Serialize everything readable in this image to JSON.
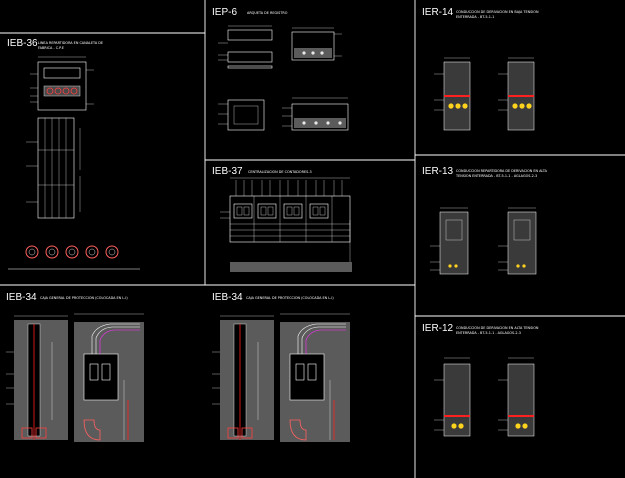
{
  "sheet": {
    "panels": [
      {
        "id": "ieb36",
        "code": "IEB-36",
        "subtitle": [
          "LINEA REPARTIDORA EN CANALETA DE",
          "FABRICA - C.P.E"
        ]
      },
      {
        "id": "iep6",
        "code": "IEP-6",
        "subtitle": [
          "ARQUETA DE REGISTRO"
        ]
      },
      {
        "id": "ier14",
        "code": "IER-14",
        "subtitle": [
          "CONDUCCION DE DERIVACION EN BAJA TENSION",
          "ENTERRADA - BT-5-1-1"
        ]
      },
      {
        "id": "ieb37",
        "code": "IEB-37",
        "subtitle": [
          "CENTRALIZACION DE CONTADORES-3"
        ]
      },
      {
        "id": "ier13",
        "code": "IER-13",
        "subtitle": [
          "CONDUCCION REPARTIDORA DE DERIVACION EN ALTA",
          "TENSION ENTERRADA - BT-5-1-1 - AGLAGOS-2-3"
        ]
      },
      {
        "id": "ieb34a",
        "code": "IEB-34",
        "subtitle": [
          "CAJA GENERAL DE PROTECCION (COLOCADA EN L-I)"
        ]
      },
      {
        "id": "ieb34b",
        "code": "IEB-34",
        "subtitle": [
          "CAJA GENERAL DE PROTECCION (COLOCADA EN L-I)"
        ]
      },
      {
        "id": "ier12",
        "code": "IER-12",
        "subtitle": [
          "CONDUCCION DE DERIVACION EN ALTA TENSION",
          "ENTERRADA - BT-5-1-1 - AGLAGOS-2-3"
        ]
      }
    ],
    "colors": {
      "background": "#000000",
      "lines": "#ffffff",
      "fill": "#5b5b5b",
      "accent_red": "#ff2020",
      "accent_yellow": "#ffd21e",
      "accent_cyan": "#2fd3d3",
      "accent_magenta": "#ff30ff"
    }
  }
}
